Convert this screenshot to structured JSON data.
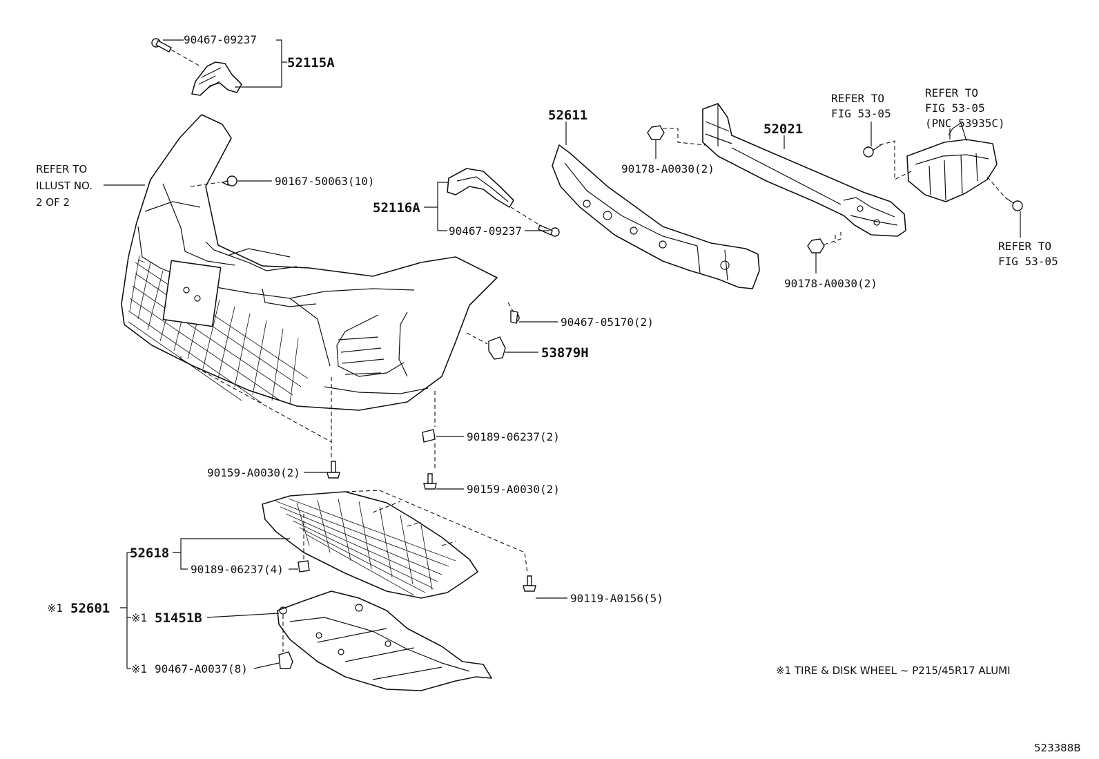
{
  "labels": {
    "p_90467_09237_top": "90467-09237",
    "p_52115A": "52115A",
    "p_90167_50063": "90167-50063(10)",
    "p_52116A": "52116A",
    "p_90467_09237_mid": "90467-09237",
    "p_52611": "52611",
    "p_90178_A0030_top": "90178-A0030(2)",
    "p_52021": "52021",
    "p_90178_A0030_bot": "90178-A0030(2)",
    "p_90467_05170": "90467-05170(2)",
    "p_53879H": "53879H",
    "p_90189_06237_2": "90189-06237(2)",
    "p_90159_A0030_left": "90159-A0030(2)",
    "p_90159_A0030_right": "90159-A0030(2)",
    "p_52618": "52618",
    "p_90189_06237_4": "90189-06237(4)",
    "p_52601": "52601",
    "p_51451B": "51451B",
    "p_90467_A0037": "90467-A0037(8)",
    "p_90119_A0156": "90119-A0156(5)",
    "mark_52601": "※1",
    "mark_51451B": "※1",
    "mark_90467_A0037": "※1"
  },
  "references": {
    "illust_line1": "REFER TO",
    "illust_line2": "ILLUST NO.",
    "illust_line3": "2 OF 2",
    "fig_a_line1": "REFER TO",
    "fig_a_line2": "FIG 53-05",
    "fig_b_line1": "REFER TO",
    "fig_b_line2": "FIG 53-05",
    "fig_b_line3": "(PNC 53935C)",
    "fig_c_line1": "REFER TO",
    "fig_c_line2": "FIG 53-05"
  },
  "note": "※1 TIRE & DISK WHEEL ~ P215/45R17 ALUMI",
  "diagram_id": "523388B"
}
